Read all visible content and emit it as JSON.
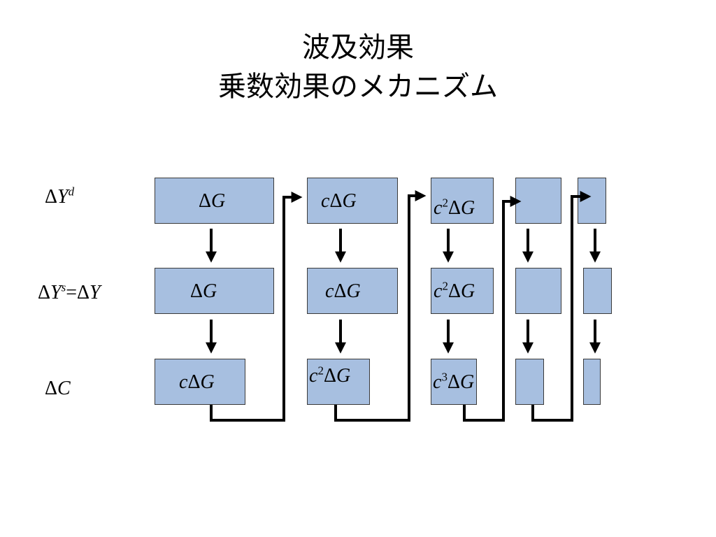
{
  "title": {
    "line1": "波及効果",
    "line2": "乗数効果のメカニズム"
  },
  "row_labels": {
    "demand": {
      "delta": "Δ",
      "var": "Y",
      "sup": "d"
    },
    "supply": {
      "delta": "Δ",
      "var": "Y",
      "sup": "s",
      "eq": "=Δ",
      "var2": "Y"
    },
    "consumption": {
      "delta": "Δ",
      "var": "C"
    }
  },
  "cells": {
    "r1c1": {
      "pre": "",
      "exp": "",
      "delta": "Δ",
      "var": "G"
    },
    "r1c2": {
      "pre": "c",
      "exp": "",
      "delta": "Δ",
      "var": "G"
    },
    "r1c3": {
      "pre": "c",
      "exp": "2",
      "delta": "Δ",
      "var": "G"
    },
    "r2c1": {
      "pre": "",
      "exp": "",
      "delta": "Δ",
      "var": "G"
    },
    "r2c2": {
      "pre": "c",
      "exp": "",
      "delta": "Δ",
      "var": "G"
    },
    "r2c3": {
      "pre": "c",
      "exp": "2",
      "delta": "Δ",
      "var": "G"
    },
    "r3c1": {
      "pre": "c",
      "exp": "",
      "delta": "Δ",
      "var": "G"
    },
    "r3c2": {
      "pre": "c",
      "exp": "2",
      "delta": "Δ",
      "var": "G"
    },
    "r3c3": {
      "pre": "c",
      "exp": "3",
      "delta": "Δ",
      "var": "G"
    }
  },
  "colors": {
    "box_fill": "#a7bfe0",
    "box_border": "#3a3a3a",
    "arrow": "#000000"
  }
}
